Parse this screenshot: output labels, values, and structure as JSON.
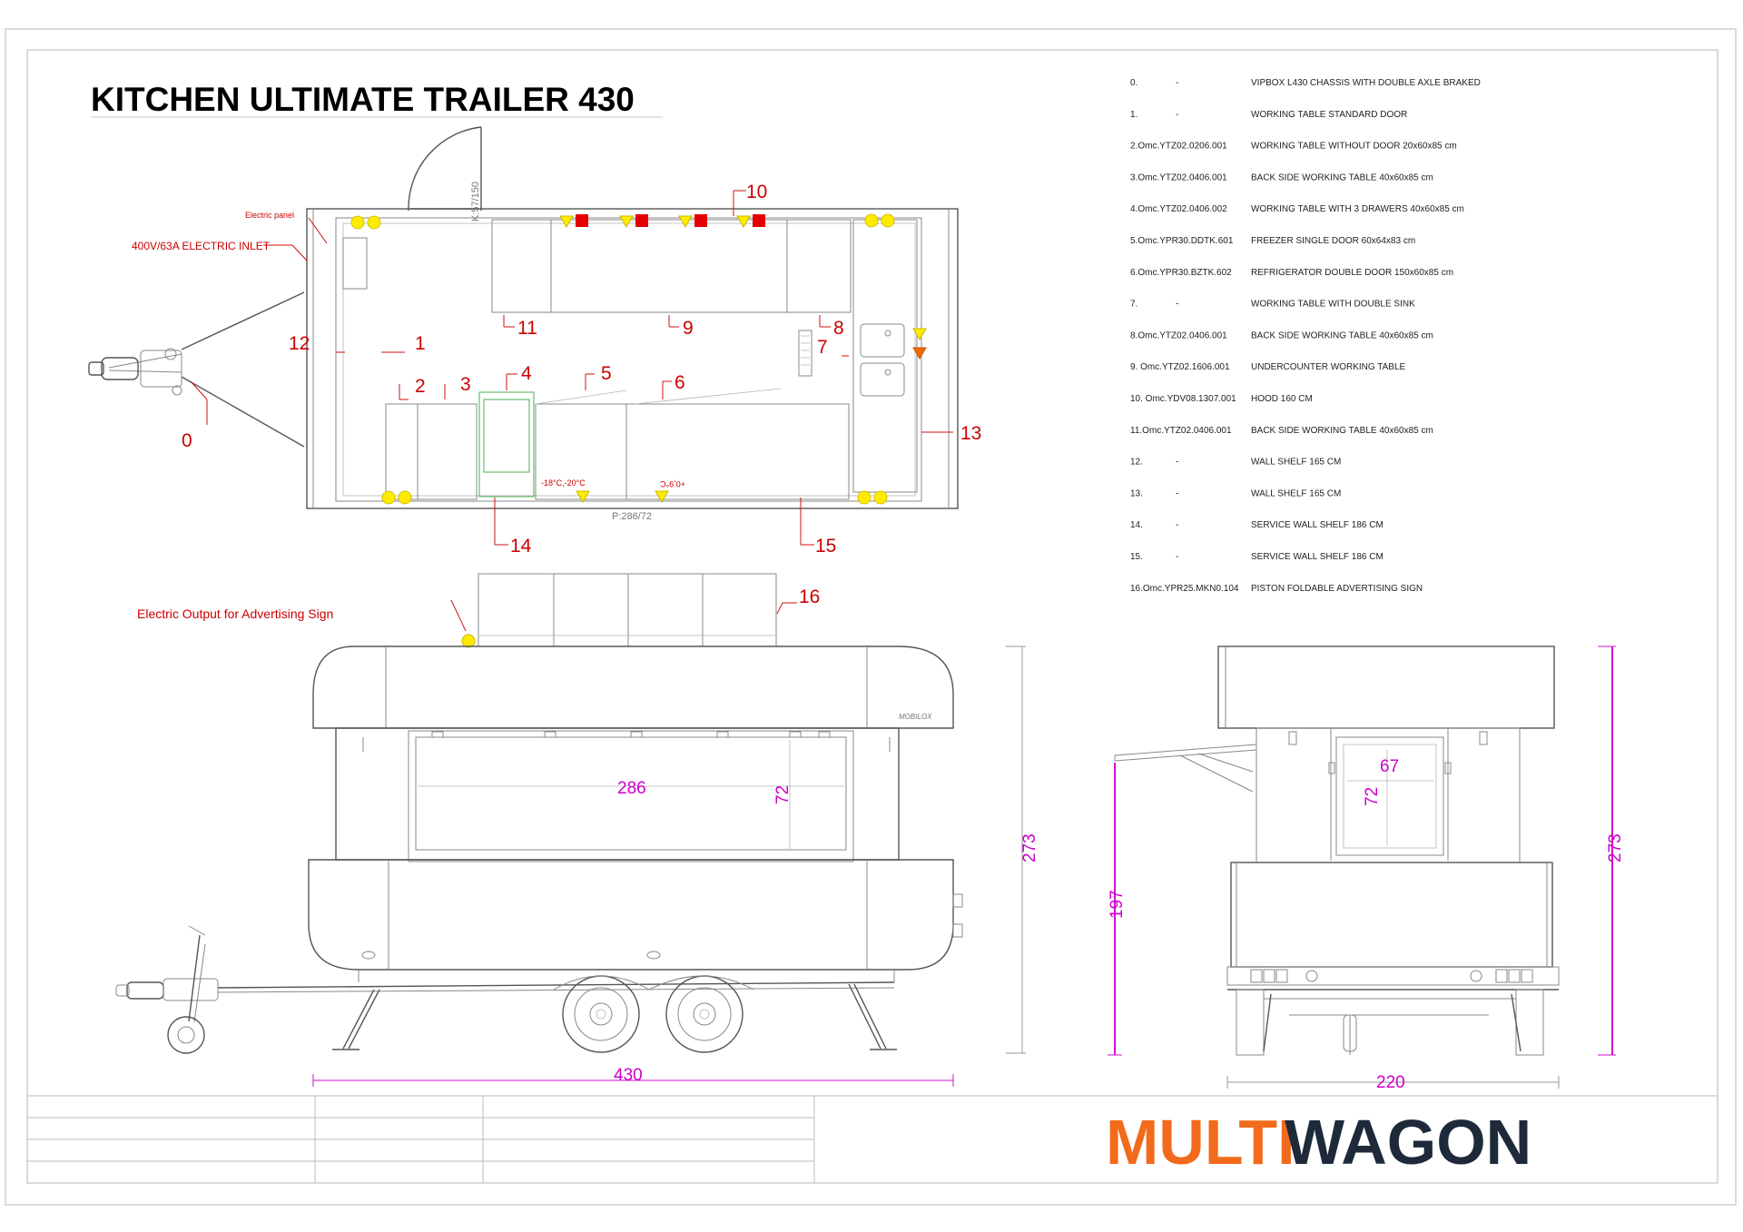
{
  "title": "KITCHEN ULTIMATE TRAILER 430",
  "legend": [
    {
      "code": "0.",
      "dash": "-",
      "desc": "VIPBOX L430 CHASSIS WITH DOUBLE AXLE BRAKED"
    },
    {
      "code": "1.",
      "dash": "-",
      "desc": "WORKING TABLE STANDARD DOOR"
    },
    {
      "code": "2.Omc.YTZ02.0206.001",
      "dash": "",
      "desc": "WORKING TABLE WITHOUT DOOR 20x60x85 cm"
    },
    {
      "code": "3.Omc.YTZ02.0406.001",
      "dash": "",
      "desc": "BACK SIDE WORKING TABLE 40x60x85 cm"
    },
    {
      "code": "4.Omc.YTZ02.0406.002",
      "dash": "",
      "desc": "WORKING TABLE WITH 3 DRAWERS 40x60x85 cm"
    },
    {
      "code": "5.Omc.YPR30.DDTK.601",
      "dash": "",
      "desc": "FREEZER SINGLE DOOR 60x64x83 cm"
    },
    {
      "code": "6.Omc.YPR30.BZTK.602",
      "dash": "",
      "desc": "REFRIGERATOR DOUBLE DOOR 150x60x85 cm"
    },
    {
      "code": "7.",
      "dash": "-",
      "desc": "WORKING TABLE WITH DOUBLE SINK"
    },
    {
      "code": "8.Omc.YTZ02.0406.001",
      "dash": "",
      "desc": "BACK SIDE WORKING TABLE 40x60x85 cm"
    },
    {
      "code": "9. Omc.YTZ02.1606.001",
      "dash": "",
      "desc": "UNDERCOUNTER WORKING TABLE"
    },
    {
      "code": "10. Omc.YDV08.1307.001",
      "dash": "",
      "desc": "HOOD 160 CM"
    },
    {
      "code": "11.Omc.YTZ02.0406.001",
      "dash": "",
      "desc": "BACK SIDE WORKING TABLE 40x60x85 cm"
    },
    {
      "code": "12.",
      "dash": "-",
      "desc": "WALL SHELF 165 CM"
    },
    {
      "code": "13.",
      "dash": "-",
      "desc": "WALL SHELF 165 CM"
    },
    {
      "code": "14.",
      "dash": "-",
      "desc": "SERVICE WALL SHELF 186 CM"
    },
    {
      "code": "15.",
      "dash": "-",
      "desc": "SERVICE WALL SHELF 186 CM"
    },
    {
      "code": "16.Omc.YPR25.MKN0.104",
      "dash": "",
      "desc": "PISTON FOLDABLE ADVERTISING SIGN"
    }
  ],
  "plan": {
    "electric_panel": "Electric panel",
    "electric_inlet": "400V/63A ELECTRIC INLET",
    "door_dim": "K:57/150",
    "opening_dim": "P:286/72",
    "freezer_temp": "-18°C,-20°C",
    "fridge_temp": "+0,9°C",
    "numbers": [
      "0",
      "1",
      "2",
      "3",
      "4",
      "5",
      "6",
      "7",
      "8",
      "9",
      "10",
      "11",
      "12",
      "13",
      "14",
      "15"
    ]
  },
  "side_view": {
    "advertising_note": "Electric Output for Advertising Sign",
    "sign_number": "16",
    "window_width": "286",
    "window_height": "72",
    "total_height": "273",
    "total_length": "430",
    "badge": "MOBILOX"
  },
  "rear_view": {
    "window_width": "67",
    "window_height": "72",
    "floor_height": "197",
    "total_height": "273",
    "total_width": "220"
  },
  "logo": {
    "part1": "MULTI",
    "part2": "WAGON"
  },
  "colors": {
    "accent": "#f26a1b",
    "dark": "#1e2a3a",
    "annotation": "#cc0000",
    "dimension": "#cc00cc",
    "marker": "#ffeb00"
  }
}
